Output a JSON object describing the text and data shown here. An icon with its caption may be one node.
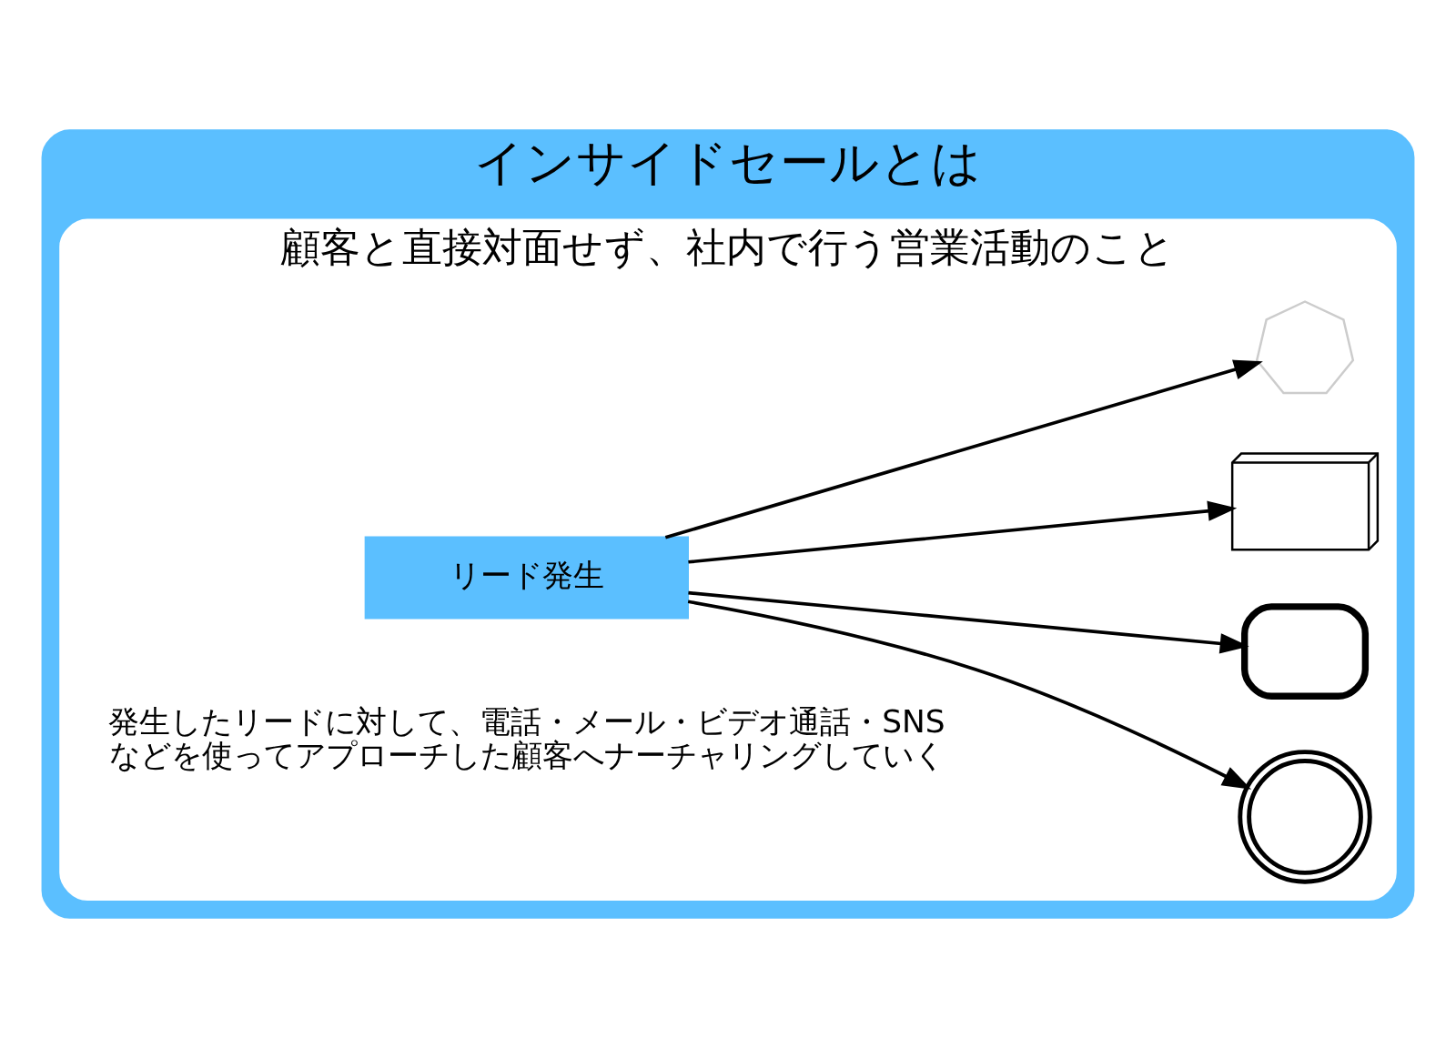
{
  "diagram": {
    "nodes": [
      {
        "text": [
          "インサイドセールとは"
        ]
      },
      {
        "text": [
          "顧客と直接対面せず、社内で行う営業活動のこと"
        ],
        "in": 0
      },
      {
        "text": [
          "リード発生"
        ],
        "in": 1
      },
      {
        "text": [],
        "shape": "phone",
        "in": 1
      },
      {
        "text": [],
        "shape": "envelope",
        "in": 1
      },
      {
        "text": [],
        "shape": "laptop",
        "in": 1
      },
      {
        "text": [],
        "shape": "network",
        "in": 1
      }
    ],
    "edges": [
      {
        "from": 2,
        "to": 3,
        "arrow": "to"
      },
      {
        "from": 2,
        "to": 4,
        "arrow": "to"
      },
      {
        "from": 2,
        "to": 5,
        "arrow": "to"
      },
      {
        "from": 2,
        "to": 6,
        "arrow": "to"
      }
    ],
    "labels": [
      "発生したリードに対して、電話・メール・ビデオ通話・SNSなどを使ってアプローチした顧客へナーチャリングしていく"
    ]
  }
}
